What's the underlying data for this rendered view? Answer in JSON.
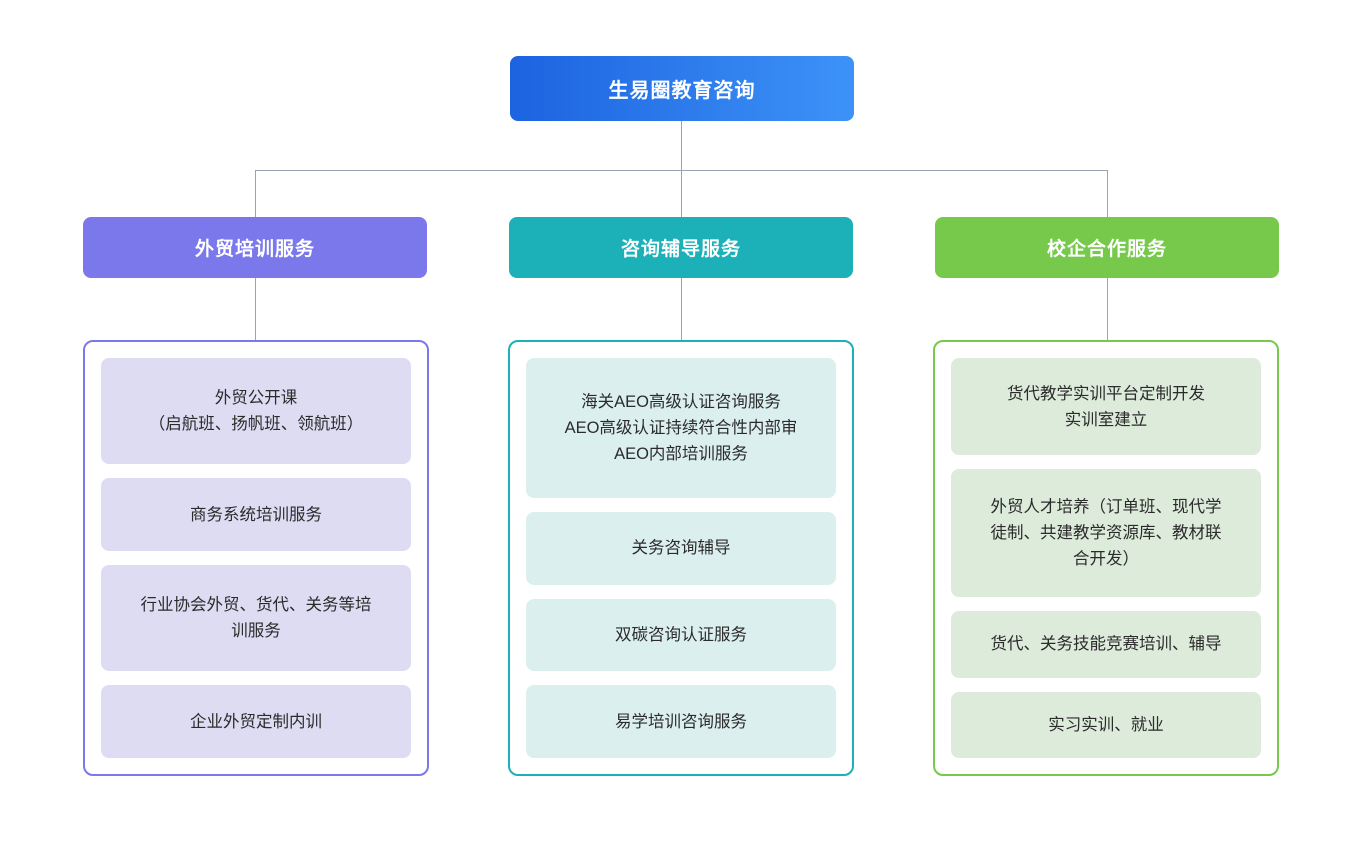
{
  "chart_data": {
    "type": "diagram",
    "diagram_type": "organizational-tree",
    "title": "生易圈教育咨询",
    "levels": 3,
    "root": {
      "label": "生易圈教育咨询",
      "color_start": "#1c63e0",
      "color_end": "#3d92f7"
    },
    "branch_count": 3
  },
  "root": {
    "label": "生易圈教育咨询"
  },
  "columns": [
    {
      "header": "外贸培训服务",
      "header_color": "#7b78ec",
      "border_color": "#7b78ec",
      "card_color": "#dedcf3",
      "items": [
        {
          "lines": [
            "外贸公开课",
            "（启航班、扬帆班、领航班）"
          ]
        },
        {
          "lines": [
            "商务系统培训服务"
          ]
        },
        {
          "lines": [
            "行业协会外贸、货代、关务等培",
            "训服务"
          ]
        },
        {
          "lines": [
            "企业外贸定制内训"
          ]
        }
      ]
    },
    {
      "header": "咨询辅导服务",
      "header_color": "#1cb0b8",
      "border_color": "#1cb0b8",
      "card_color": "#dcefef",
      "items": [
        {
          "lines": [
            "海关AEO高级认证咨询服务",
            "AEO高级认证持续符合性内部审",
            "AEO内部培训服务"
          ]
        },
        {
          "lines": [
            "关务咨询辅导"
          ]
        },
        {
          "lines": [
            "双碳咨询认证服务"
          ]
        },
        {
          "lines": [
            "易学培训咨询服务"
          ]
        }
      ]
    },
    {
      "header": "校企合作服务",
      "header_color": "#76c94b",
      "border_color": "#76c94b",
      "card_color": "#dcebda",
      "items": [
        {
          "lines": [
            "货代教学实训平台定制开发",
            "实训室建立"
          ]
        },
        {
          "lines": [
            "外贸人才培养（订单班、现代学",
            "徒制、共建教学资源库、教材联",
            "合开发）"
          ]
        },
        {
          "lines": [
            "货代、关务技能竞赛培训、辅导"
          ]
        },
        {
          "lines": [
            "实习实训、就业"
          ]
        }
      ]
    }
  ],
  "connectors": {
    "line_color": "#9aa4b0"
  }
}
